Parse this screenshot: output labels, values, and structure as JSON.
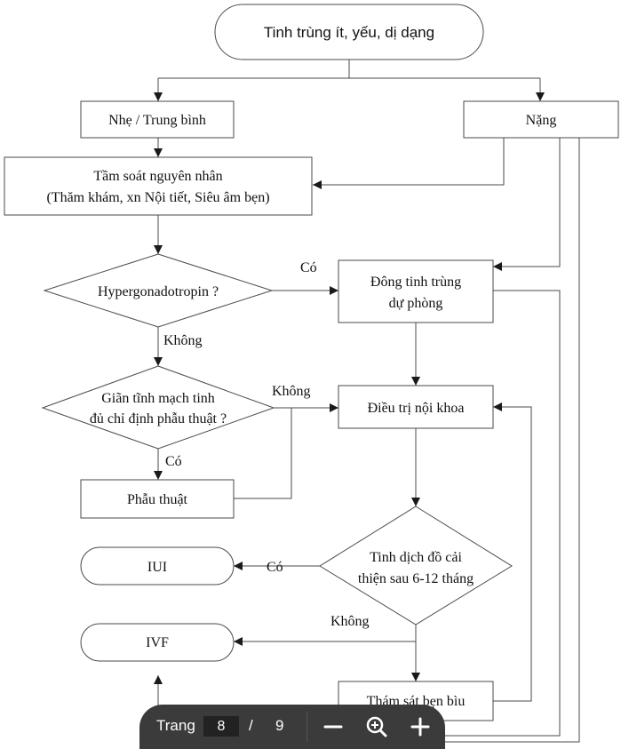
{
  "nodes": {
    "start": "Tinh trùng ít, yếu, dị dạng",
    "mild": "Nhẹ / Trung bình",
    "severe": "Nặng",
    "screen_line1": "Tầm soát nguyên nhân",
    "screen_line2": "(Thăm khám, xn Nội tiết, Siêu âm bẹn)",
    "hyper": "Hypergonadotropin ?",
    "freeze_line1": "Đông tinh trùng",
    "freeze_line2": "dự phòng",
    "varico_line1": "Giãn tĩnh mạch tinh",
    "varico_line2": "đủ chỉ định phẫu thuật ?",
    "medical": "Điều trị nội khoa",
    "surgery": "Phẫu thuật",
    "sperm_line1": "Tinh dịch đồ cải",
    "sperm_line2": "thiện sau 6-12 tháng",
    "iui": "IUI",
    "ivf": "IVF",
    "monitor": "Thám sát bẹn bìu"
  },
  "edge_labels": {
    "hyper_yes": "Có",
    "hyper_no": "Không",
    "varico_no": "Không",
    "varico_yes": "Có",
    "sperm_yes": "Có",
    "sperm_no": "Không"
  },
  "toolbar": {
    "page_label": "Trang",
    "current_page": "8",
    "separator": "/",
    "total_pages": "9",
    "zoom_out_icon": "minus-icon",
    "zoom_icon": "magnifier-icon",
    "zoom_in_icon": "plus-icon"
  }
}
